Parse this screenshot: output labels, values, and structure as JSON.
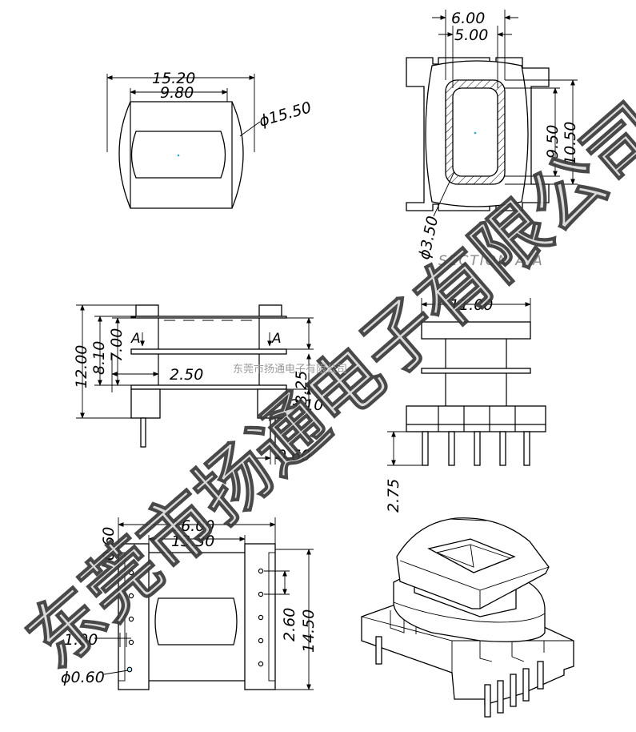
{
  "top_view": {
    "width_outer": "15.20",
    "width_inner": "9.80",
    "diameter": "ϕ15.50"
  },
  "section_view": {
    "width_outer": "6.00",
    "width_inner": "5.00",
    "height_inner": "9.50",
    "height_outer": "10.50",
    "radius": "ϕ3.50",
    "caption": "SECTION  A-A"
  },
  "front_view": {
    "height_total": "12.00",
    "height_mid": "8.10",
    "height_inner": "7.00",
    "offset": "2.50",
    "height_side": "3.25",
    "base_height": "3.10",
    "pin_width": "0.60",
    "section_mark": "A"
  },
  "side_view": {
    "width": "11.00",
    "pin_length": "2.75"
  },
  "bottom_view": {
    "width_outer": "16.00",
    "width_inner": "13.30",
    "slot_width": "0.60",
    "pin_pitch": "2.60",
    "length": "14.50",
    "pitch_left": "1.00",
    "hole_dia": "ϕ0.60"
  },
  "watermark": {
    "large": "东莞市扬通电子有限公司",
    "small": "东莞市扬通电子有限公司"
  }
}
